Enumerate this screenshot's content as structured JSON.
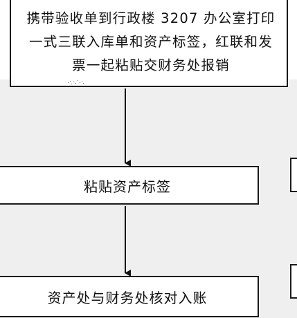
{
  "flowchart": {
    "steps": [
      {
        "text": "携带验收单到行政楼 3207 办公室打印一式三联入库单和资产标签，红联和发票一起粘贴交财务处报销"
      },
      {
        "text": "粘贴资产标签"
      },
      {
        "text": "资产处与财务处核对入账"
      }
    ]
  }
}
